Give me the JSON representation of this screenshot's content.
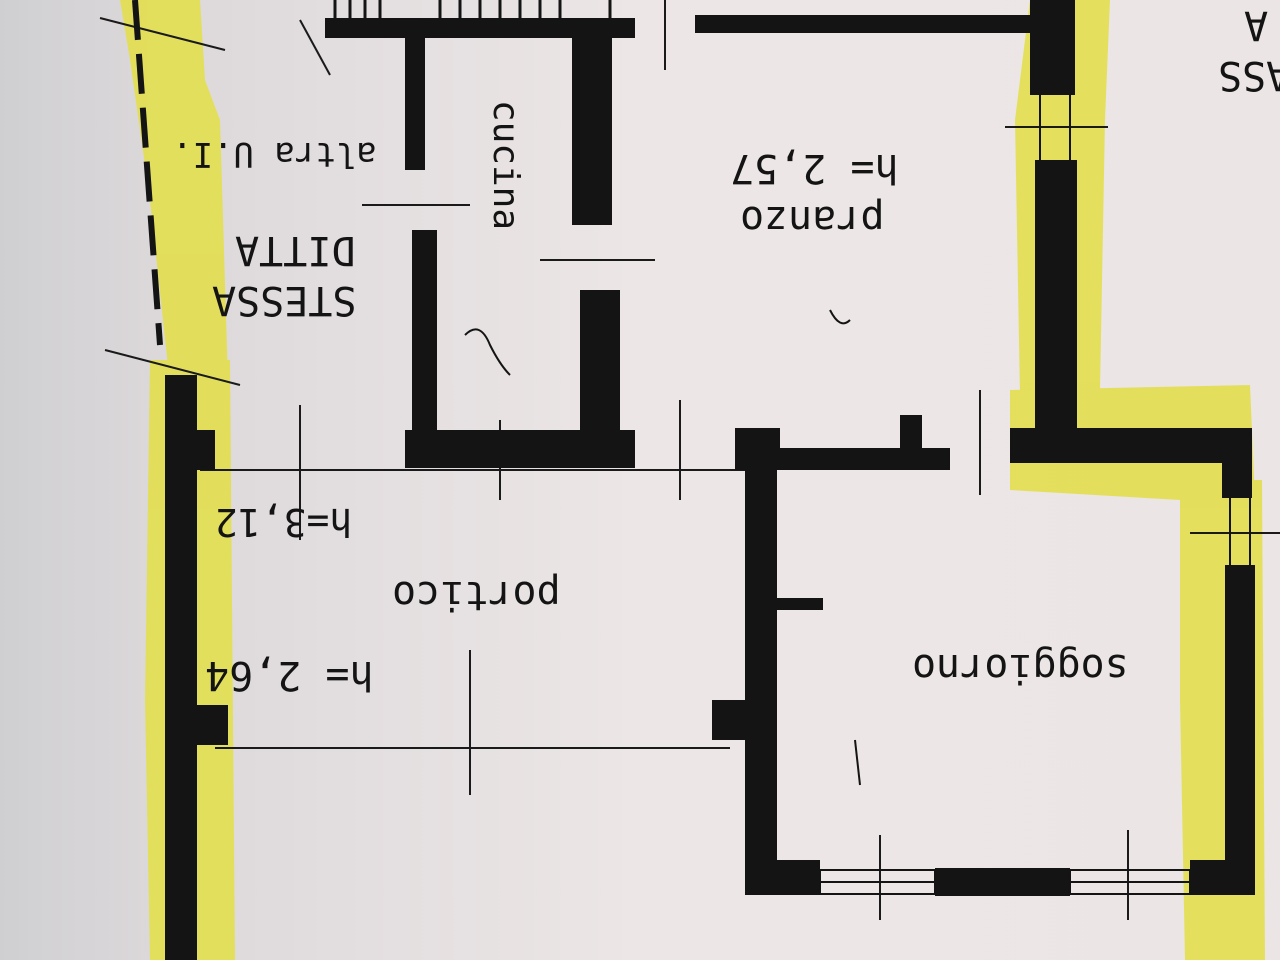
{
  "floorplan": {
    "rooms": {
      "cucina": "cucina",
      "pranzo": "pranzo",
      "portico": "portico",
      "soggiorno": "soggiorno",
      "altra_ul": "altra U.I.",
      "stessa": "STESSA",
      "ditta": "DITTA",
      "edge_partial": "ASS",
      "edge_partial_2": "A"
    },
    "heights": {
      "pranzo": "h= 2,57",
      "porticus_inner": "h=3,12",
      "porticus_outer": "h= 2,64"
    }
  },
  "colors": {
    "paper": "#e9e3e4",
    "wall": "#141414",
    "highlight": "#e3df4a",
    "line": "#1a1a1a"
  }
}
